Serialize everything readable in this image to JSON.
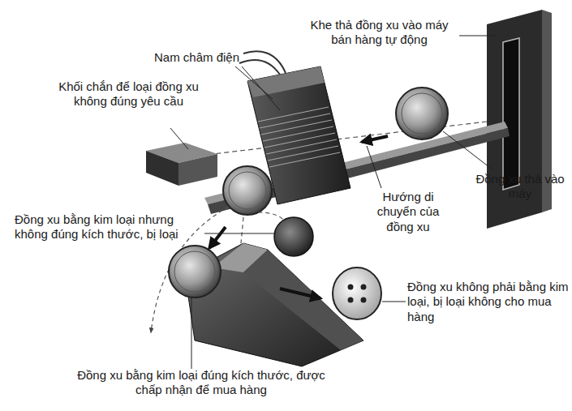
{
  "diagram": {
    "labels": [
      "Khe thả đồng xu vào máy bán hàng tự động",
      "Nam châm điện",
      "Khối chắn để loại đồng xu không đúng yêu cầu",
      "Đồng xu thả vào máy",
      "Hướng di chuyển của đồng xu",
      "Đồng xu bằng kim loại nhưng không đúng kích thước, bị loại",
      "Đồng xu không phải bằng kim loại, bị loại không cho mua hàng",
      "Đồng xu bằng kim loại đúng kích thước, được chấp nhận để mua hàng"
    ]
  }
}
